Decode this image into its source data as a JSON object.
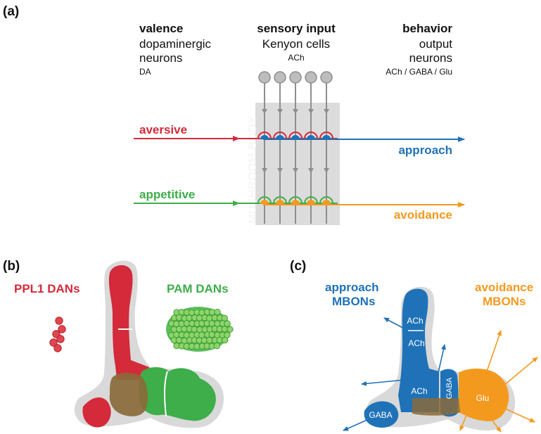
{
  "panels": {
    "a": "(a)",
    "b": "(b)",
    "c": "(c)"
  },
  "panel_a": {
    "valence_title": "valence",
    "valence_line1": "dopaminergic",
    "valence_line2": "neurons",
    "valence_nt": "DA",
    "sensory_title": "sensory input",
    "sensory_line1": "Kenyon cells",
    "sensory_nt": "ACh",
    "behavior_title": "behavior",
    "behavior_line1": "output",
    "behavior_line2": "neurons",
    "behavior_nt": "ACh / GABA / Glu",
    "mushroom_body": "MUSHROOM BODY",
    "aversive": "aversive",
    "appetitive": "appetitive",
    "approach": "approach",
    "avoidance": "avoidance"
  },
  "panel_b": {
    "ppl1": "PPL1 DANs",
    "pam": "PAM DANs"
  },
  "panel_c": {
    "approach_line1": "approach",
    "approach_line2": "MBONs",
    "avoidance_line1": "avoidance",
    "avoidance_line2": "MBONs",
    "ach1": "ACh",
    "ach2": "ACh",
    "ach3": "ACh",
    "gaba_upper": "GABA",
    "gaba_lower": "GABA",
    "glu": "Glu"
  },
  "colors": {
    "red": "#d42a3a",
    "green": "#3dae49",
    "blue": "#1f72b8",
    "orange": "#f39a1e",
    "gray": "#d8d8d8",
    "neuron_gray": "#8e8e8e",
    "brown": "#8a6a3a"
  }
}
